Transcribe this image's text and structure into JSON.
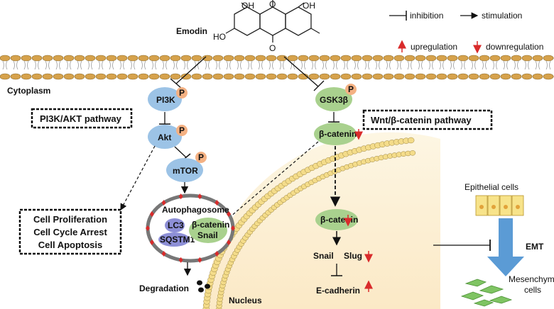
{
  "legend": {
    "inhibition": "inhibition",
    "stimulation": "stimulation",
    "upregulation": "upregulation",
    "downregulation": "downregulation"
  },
  "compound": {
    "name": "Emodin",
    "oh_labels": [
      "OH",
      "O",
      "OH",
      "HO",
      "O"
    ]
  },
  "regions": {
    "cytoplasm": "Cytoplasm",
    "nucleus": "Nucleus"
  },
  "pathways": {
    "pi3k_akt": "PI3K/AKT pathway",
    "wnt": "Wnt/β-catenin pathway"
  },
  "nodes": {
    "pi3k": "PI3K",
    "akt": "Akt",
    "mtor": "mTOR",
    "gsk3b": "GSK3β",
    "b_catenin": "β-catenin",
    "b_catenin_nuc": "β-catenin",
    "phospho": "P"
  },
  "autophagosome": {
    "title": "Autophagosome",
    "lc3": "LC3",
    "sqstm1": "SQSTM1",
    "b_catenin": "β-catenin",
    "snail": "Snail"
  },
  "outcomes": [
    "Cell Proliferation",
    "Cell Cycle Arrest",
    "Cell Apoptosis"
  ],
  "degradation": "Degradation",
  "nucleus_genes": {
    "snail": "Snail",
    "slug": "Slug",
    "ecadherin": "E-cadherin"
  },
  "emt": {
    "label": "EMT",
    "epithelial": "Epithelial cells",
    "mesenchymal_1": "Mesenchymal",
    "mesenchymal_2": "cells"
  },
  "colors": {
    "membrane": "#d6a24c",
    "pi3k_nodes": "#9cc3e6",
    "wnt_nodes": "#a9d18e",
    "phospho": "#f4b183",
    "red_arrow": "#d92b2b",
    "emt_arrow": "#5b9bd5"
  }
}
